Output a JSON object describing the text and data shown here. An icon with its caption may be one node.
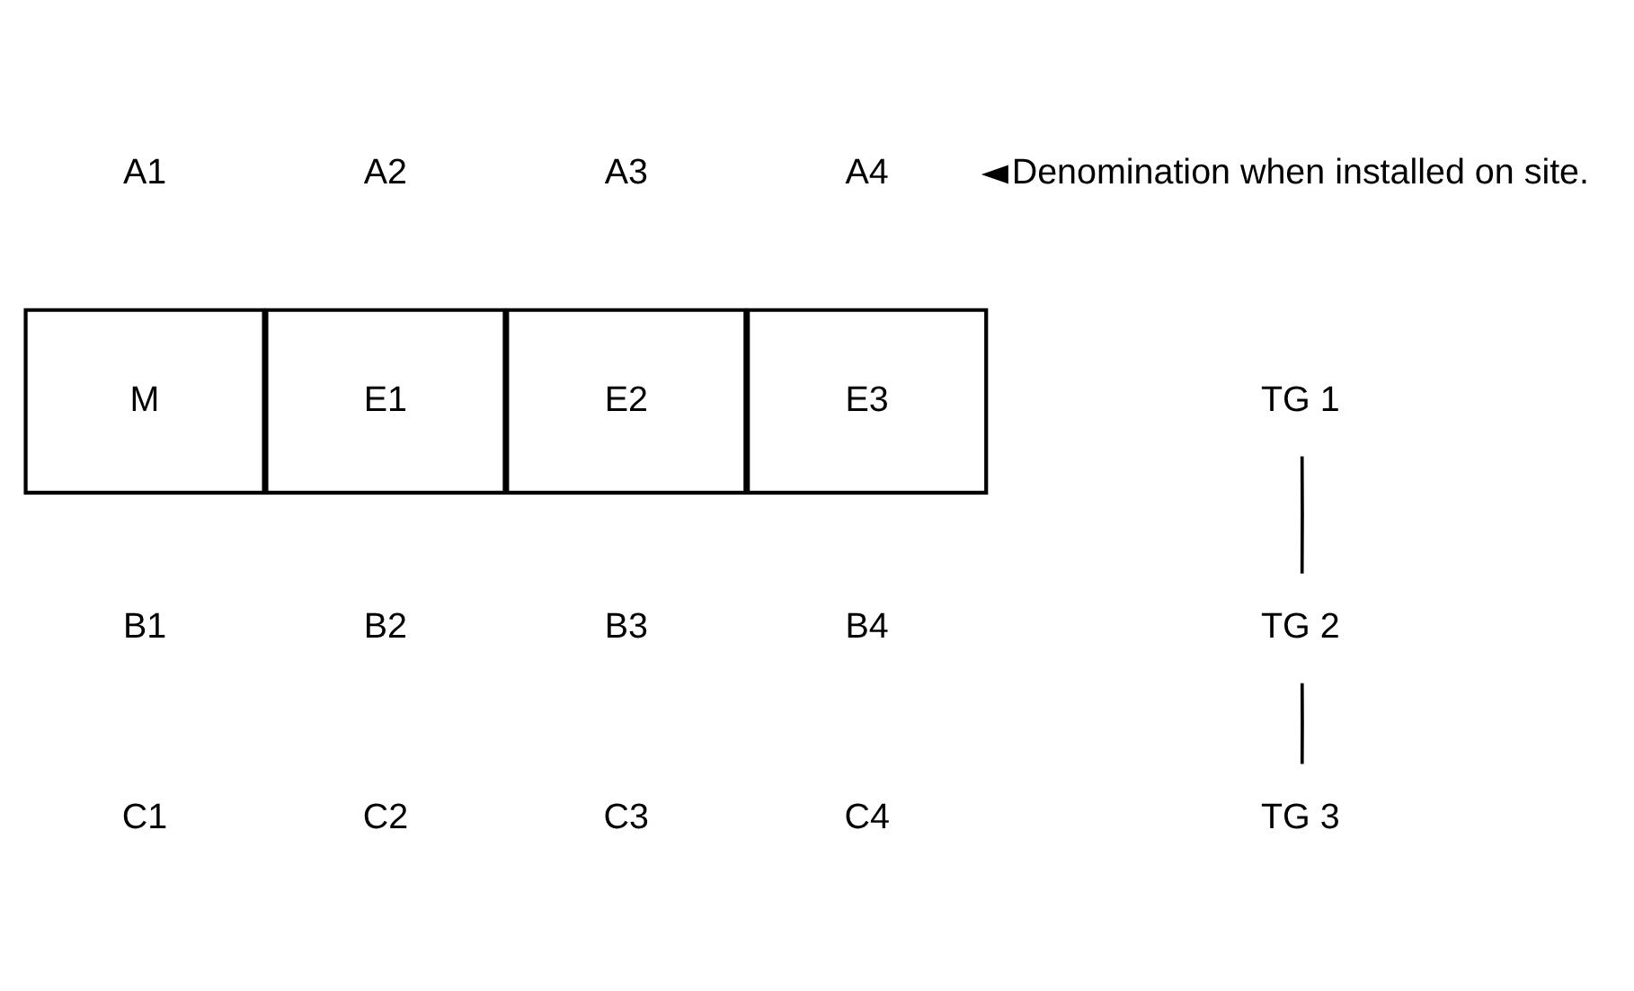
{
  "diagram": {
    "nodes": [
      {
        "text": [
          "M"
        ]
      },
      {
        "text": [
          "E1"
        ]
      },
      {
        "text": [
          "E2"
        ]
      },
      {
        "text": [
          "E3"
        ]
      },
      {
        "text": [
          "A4"
        ]
      },
      {
        "text": [
          "Denomination when installed on site."
        ]
      },
      {
        "text": [
          "TG 1"
        ]
      },
      {
        "text": [
          "TG 2"
        ]
      },
      {
        "text": [
          "TG 3"
        ]
      }
    ],
    "edges": [
      {
        "from": 5,
        "to": 4,
        "arrow": "to"
      },
      {
        "from": 6,
        "to": 7,
        "arrow": "none"
      },
      {
        "from": 7,
        "to": 8,
        "arrow": "none"
      }
    ],
    "labels": [
      "A1",
      "A2",
      "A3",
      "B1",
      "B2",
      "B3",
      "B4",
      "C1",
      "C2",
      "C3",
      "C4"
    ]
  }
}
